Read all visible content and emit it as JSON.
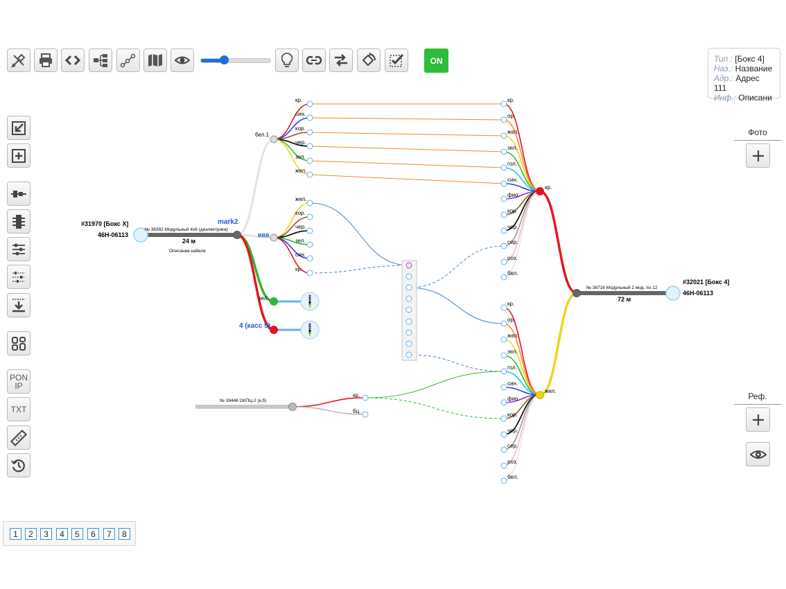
{
  "toolbar": {
    "on_label": "ON",
    "zoom_level": 0.33
  },
  "info_box": {
    "type_key": "Тип :",
    "type_value": "[Бокс 4]",
    "name_key": "Наз.:",
    "name_value": "Название",
    "addr_key": "Адр.:",
    "addr_value": "Адрес 111",
    "info_key": "Инф.:",
    "info_value": "Описани"
  },
  "right_panel": {
    "photo_title": "Фото",
    "ref_title": "Реф."
  },
  "left_panel": {
    "pon_line1": "PON",
    "pon_line2": "IP",
    "txt_label": "TXT"
  },
  "pager": {
    "pages": [
      "1",
      "2",
      "3",
      "4",
      "5",
      "6",
      "7",
      "8"
    ]
  },
  "colors": {
    "red": "#e8141c",
    "blue": "#1d40f0",
    "brown": "#8b5a2b",
    "black": "#000000",
    "green": "#2eb82e",
    "yellow": "#f2d21a",
    "orange": "#f08a24",
    "cyan": "#19c8e8",
    "purple": "#9b30d9",
    "gray": "#999999",
    "pink": "#f4b8c0",
    "white": "#e6e6e6",
    "accent_blue": "#1d5ad6",
    "on_green": "#2ebd3a"
  },
  "schematic": {
    "left_box": {
      "id": "#31970 [Бокс X]",
      "code": "46Н-06113"
    },
    "cable1": {
      "label": "№ 38392 Модульный 4х6 (диэлектрика)",
      "mark": "mark2",
      "length": "24 м",
      "description": "Описание кабеля"
    },
    "module_bel": "бел.1",
    "module_vvv": "ввв",
    "fibers_top": [
      "кр.",
      "син.",
      "кор.",
      "чер.",
      "зел.",
      "жел."
    ],
    "fibers_mid": [
      "жел.",
      "кор.",
      "чер.",
      "зел.",
      "син.",
      "кр."
    ],
    "zel_label": "зел.",
    "kass_label": "4 (касс 5)",
    "cable3": {
      "label": "№ 39446 ОКПЦ-2 (к,б)",
      "fibers": [
        "кр.",
        "бц."
      ]
    },
    "right_box": {
      "id": "#32021 [Бокс 4]",
      "code": "46Н-06113"
    },
    "cable2": {
      "label": "№ 38716 Модульный 2 мод. по 12",
      "length": "72 м"
    },
    "module_kr": "кр.",
    "module_zhel": "жел.",
    "fibers_right_top": [
      "кр.",
      "ор.",
      "жел.",
      "зел.",
      "гол.",
      "син.",
      "фио.",
      "кор.",
      "чер.",
      "сер.",
      "роз.",
      "бел."
    ],
    "fibers_right_bottom": [
      "кр.",
      "ор.",
      "жел.",
      "зел.",
      "гол.",
      "син.",
      "фио.",
      "кор.",
      "чер.",
      "сер.",
      "роз.",
      "бел."
    ]
  }
}
